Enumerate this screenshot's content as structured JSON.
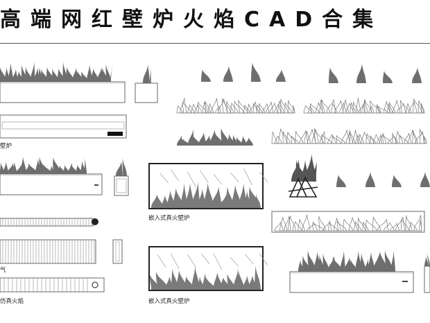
{
  "title": "高端网红壁炉火焰CAD合集",
  "labels": {
    "fireplace_partial": "壁炉",
    "humidifier_partial": "气",
    "embedded_real_fire_1": "嵌入式真火壁炉",
    "embedded_real_fire_2": "嵌入式真火壁炉",
    "imitation_flame_partial": "仿真火焰"
  },
  "colors": {
    "ink": "#111111",
    "flame": "#6e6e6e",
    "line": "#555555"
  }
}
